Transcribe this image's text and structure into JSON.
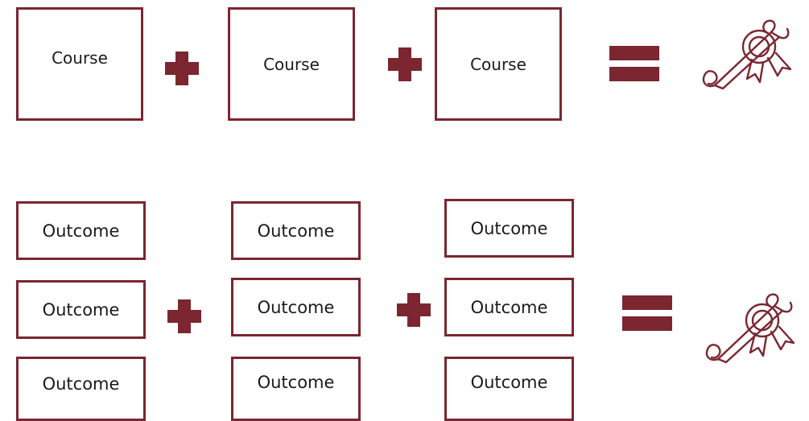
{
  "colors": {
    "accent": "#7b2630",
    "text": "#1a1a1a",
    "background": "#ffffff"
  },
  "row_courses": {
    "boxes": [
      "Course",
      "Course",
      "Course"
    ],
    "operators": [
      "plus",
      "plus",
      "equals"
    ],
    "result_icon": "diploma-icon"
  },
  "row_outcomes": {
    "columns": [
      [
        "Outcome",
        "Outcome",
        "Outcome"
      ],
      [
        "Outcome",
        "Outcome",
        "Outcome"
      ],
      [
        "Outcome",
        "Outcome",
        "Outcome"
      ]
    ],
    "operators": [
      "plus",
      "plus",
      "equals"
    ],
    "result_icon": "diploma-icon"
  }
}
